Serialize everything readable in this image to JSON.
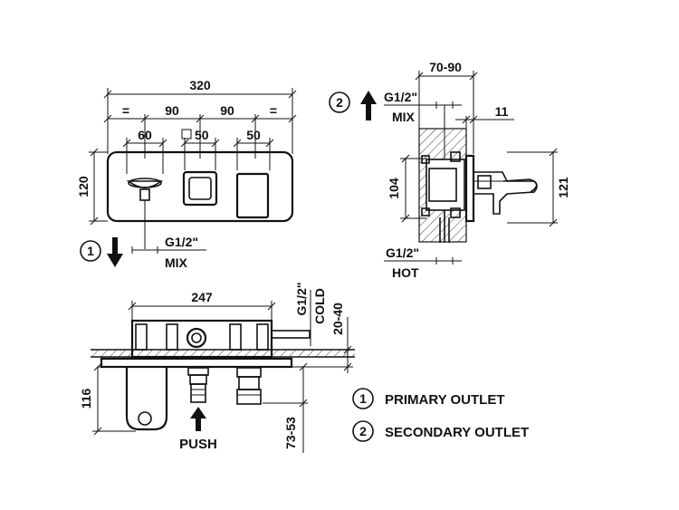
{
  "front_view": {
    "overall_width": "320",
    "eq_left": "=",
    "spacing_1": "90",
    "spacing_2": "90",
    "eq_right": "=",
    "outlet_diameter": "60",
    "square_button": "50",
    "square_symbol": "□",
    "lever_button": "50",
    "height": "120",
    "outlet_connection": "G1/2\"",
    "outlet_connection_label": "MIX",
    "outlet_number": "1"
  },
  "side_view": {
    "outlet_number": "2",
    "depth_range": "70-90",
    "top_connection": "G1/2\"",
    "top_connection_label": "MIX",
    "offset": "11",
    "body_height": "104",
    "total_height": "121",
    "bottom_connection": "G1/2\"",
    "bottom_connection_label": "HOT"
  },
  "top_view": {
    "width": "247",
    "cold_connection": "G1/2\"",
    "cold_label": "COLD",
    "wall_depth": "20-40",
    "depth": "116",
    "projection": "73-53",
    "push_label": "PUSH"
  },
  "legend": [
    {
      "number": "1",
      "text": "PRIMARY OUTLET"
    },
    {
      "number": "2",
      "text": "SECONDARY OUTLET"
    }
  ]
}
